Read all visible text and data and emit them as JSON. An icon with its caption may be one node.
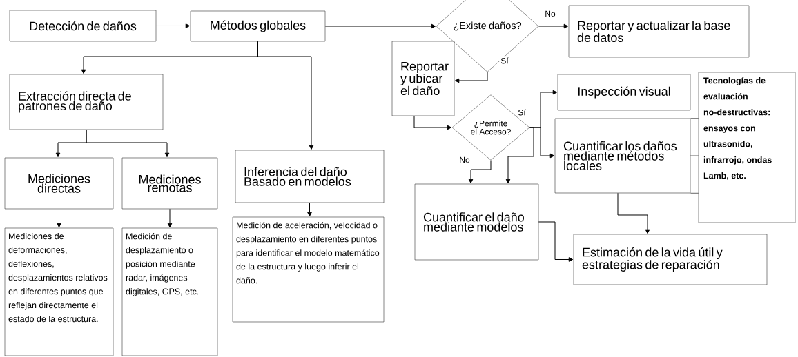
{
  "diagram": {
    "nodes": [
      {
        "text": [
          "Detección de daños"
        ]
      },
      {
        "text": [
          "Métodos globales"
        ]
      },
      {
        "text": [
          "¿Existe daños?"
        ]
      },
      {
        "text": [
          "Reportar y actualizar la base de datos"
        ]
      },
      {
        "text": [
          "Reportar y ubicar el daño"
        ]
      },
      {
        "text": [
          "¿Permite el Acceso?"
        ]
      },
      {
        "text": [
          "Inspección visual"
        ]
      },
      {
        "text": [
          "Cuantificar los daños mediante métodos locales"
        ]
      },
      {
        "text": [
          "Tecnologías de evaluación no-destructivas: ensayos con ultrasonido, infrarrojo, ondas Lamb, etc."
        ]
      },
      {
        "text": [
          "Extracción directa de patrones de daño"
        ]
      },
      {
        "text": [
          "Mediciones directas"
        ]
      },
      {
        "text": [
          "Mediciones remotas"
        ]
      },
      {
        "text": [
          "Inferencia del daño Basado en modelos"
        ]
      },
      {
        "text": [
          "Mediciones de deformaciones, deflexiones, desplazamientos relativos en diferentes puntos que reflejan directamente el estado de la estructura."
        ]
      },
      {
        "text": [
          "Medición de desplazamiento o posición mediante radar, imágenes digitales, GPS, etc."
        ]
      },
      {
        "text": [
          "Medición de aceleración, velocidad o desplazamiento en diferentes puntos para identificar el modelo matemático de la estructura y luego inferir el daño."
        ]
      },
      {
        "text": [
          "Cuantificar el daño mediante modelos"
        ]
      },
      {
        "text": [
          "Estimación de la vida útil y estrategias de reparación"
        ]
      }
    ],
    "edges": [
      {
        "from": 0,
        "to": 1,
        "arrow": "to"
      },
      {
        "from": 1,
        "to": 2,
        "arrow": "to"
      },
      {
        "from": 2,
        "to": 3,
        "arrow": "to",
        "label": "No"
      },
      {
        "from": 2,
        "to": 4,
        "arrow": "to",
        "label": "Sí"
      },
      {
        "from": 4,
        "to": 5,
        "arrow": "to"
      },
      {
        "from": 5,
        "to": 6,
        "arrow": "to",
        "label": "Sí"
      },
      {
        "from": 5,
        "to": 7,
        "arrow": "to"
      },
      {
        "from": 5,
        "to": 16,
        "arrow": "to",
        "label": "No"
      },
      {
        "from": 5,
        "to": 16,
        "arrow": "to"
      },
      {
        "from": 1,
        "to": 9,
        "arrow": "to"
      },
      {
        "from": 1,
        "to": 12,
        "arrow": "to"
      },
      {
        "from": 9,
        "to": 10,
        "arrow": "to"
      },
      {
        "from": 9,
        "to": 11,
        "arrow": "to"
      },
      {
        "from": 10,
        "to": 13,
        "arrow": "to"
      },
      {
        "from": 11,
        "to": 14,
        "arrow": "to"
      },
      {
        "from": 12,
        "to": 15,
        "arrow": "to"
      },
      {
        "from": 16,
        "to": 17,
        "arrow": "to"
      },
      {
        "from": 7,
        "to": 17,
        "arrow": "to"
      },
      {
        "from": 7,
        "to": 8,
        "arrow": "none"
      },
      {
        "from": 7,
        "to": 8,
        "arrow": "none"
      },
      {
        "from": 7,
        "to": 8,
        "arrow": "none"
      }
    ]
  }
}
